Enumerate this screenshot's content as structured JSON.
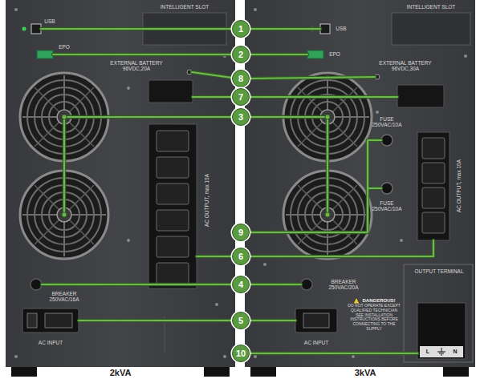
{
  "diagram": {
    "nodes": [
      {
        "text": [
          "1"
        ]
      },
      {
        "text": [
          "2"
        ]
      },
      {
        "text": [
          "8"
        ]
      },
      {
        "text": [
          "7"
        ]
      },
      {
        "text": [
          "3"
        ]
      },
      {
        "text": [
          "9"
        ]
      },
      {
        "text": [
          "6"
        ]
      },
      {
        "text": [
          "4"
        ]
      },
      {
        "text": [
          "5"
        ]
      },
      {
        "text": [
          "10"
        ]
      }
    ],
    "labels": [
      "INTELLIGENT SLOT",
      "USB",
      "EPO",
      "EXTERNAL BATTERY 96VDC,20A",
      "AC OUTPUT, max 10A",
      "BREAKER 250VAC/16A",
      "AC INPUT",
      "2kVA",
      "INTELLIGENT SLOT",
      "USB",
      "EPO",
      "EXTERNAL BATTERY 96VDC,30A",
      "FUSE 250VAC/10A",
      "FUSE 250VAC/10A",
      "AC OUTPUT, max 10A",
      "OUTPUT TERMINAL",
      "BREAKER 250VAC/20A",
      "DANGEROUS!",
      "DO NOT OPERATE EXCEPT QUALIFIED TECHNICIAN SEE INSTALLATION INSTRUCTIONS BEFORE CONNECTING TO THE SUPPLY",
      "AC INPUT",
      "L",
      "N",
      "3kVA"
    ]
  }
}
